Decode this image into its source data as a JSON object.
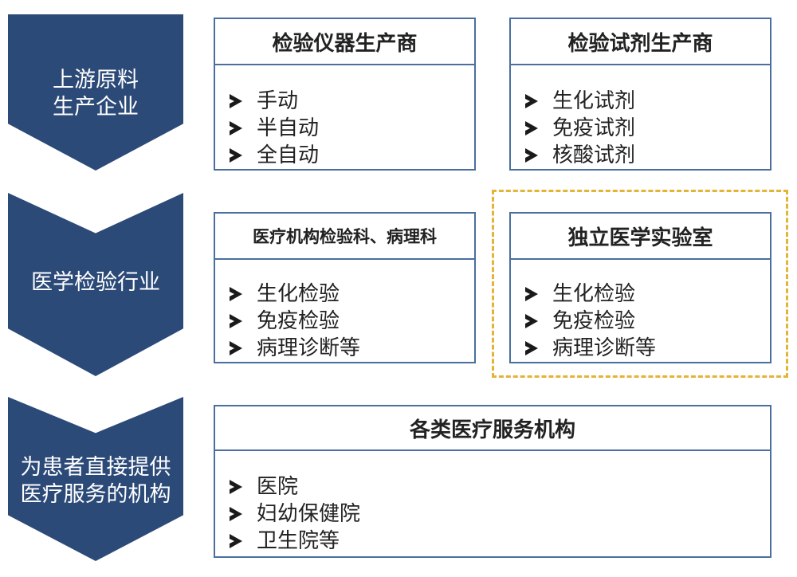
{
  "stages": [
    {
      "label_lines": [
        "上游原料",
        "生产企业"
      ]
    },
    {
      "label_lines": [
        "医学检验行业"
      ]
    },
    {
      "label_lines": [
        "为患者直接提供",
        "医疗服务的机构"
      ]
    }
  ],
  "boxes": {
    "instrument": {
      "title": "检验仪器生产商",
      "items": [
        "手动",
        "半自动",
        "全自动"
      ]
    },
    "reagent": {
      "title": "检验试剂生产商",
      "items": [
        "生化试剂",
        "免疫试剂",
        "核酸试剂"
      ]
    },
    "hospital_lab": {
      "title": "医疗机构检验科、病理科",
      "items": [
        "生化检验",
        "免疫检验",
        "病理诊断等"
      ]
    },
    "independent_lab": {
      "title": "独立医学实验室",
      "items": [
        "生化检验",
        "免疫检验",
        "病理诊断等"
      ]
    },
    "providers": {
      "title": "各类医疗服务机构",
      "items": [
        "医院",
        "妇幼保健院",
        "卫生院等"
      ]
    }
  },
  "colors": {
    "chevron_fill": "#2c4a78",
    "box_border": "#4a6f9e",
    "highlight_dashed": "#e3b436"
  },
  "icons": {
    "bullet": "arrowhead-bullet-icon"
  }
}
